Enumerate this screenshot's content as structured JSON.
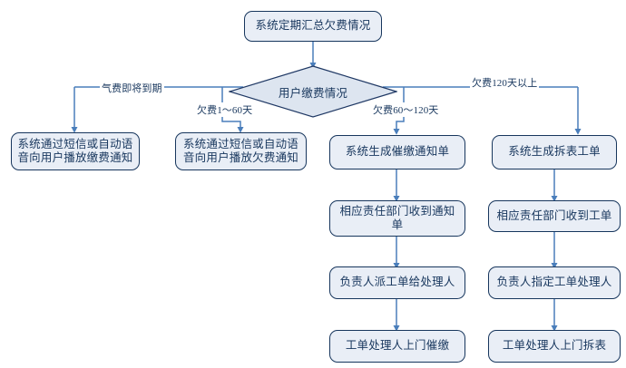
{
  "diagram": {
    "title_node": {
      "label": "系统定期汇总欠费情况"
    },
    "decision": {
      "label": "用户缴费情况"
    },
    "branch_labels": {
      "b1": "气费即将到期",
      "b2": "欠费1～60天",
      "b3": "欠费60～120天",
      "b4": "欠费120天以上"
    },
    "columns": [
      {
        "key": "col1",
        "nodes": [
          {
            "label": "系统通过短信或自动语\n音向用户播放缴费通知"
          }
        ]
      },
      {
        "key": "col2",
        "nodes": [
          {
            "label": "系统通过短信或自动语\n音向用户播放欠费通知"
          }
        ]
      },
      {
        "key": "col3",
        "nodes": [
          {
            "label": "系统生成催缴通知单"
          },
          {
            "label": "相应责任部门收到通知\n单"
          },
          {
            "label": "负责人派工单给处理人"
          },
          {
            "label": "工单处理人上门催缴"
          }
        ]
      },
      {
        "key": "col4",
        "nodes": [
          {
            "label": "系统生成拆表工单"
          },
          {
            "label": "相应责任部门收到工单"
          },
          {
            "label": "负责人指定工单处理人"
          },
          {
            "label": "工单处理人上门拆表"
          }
        ]
      }
    ],
    "colors": {
      "node_fill": "#e9eef6",
      "node_border": "#17365d",
      "text": "#17365d",
      "connector": "#4a7ebb",
      "decision_fill": "#dde5f0",
      "decision_border": "#1f3864"
    }
  }
}
